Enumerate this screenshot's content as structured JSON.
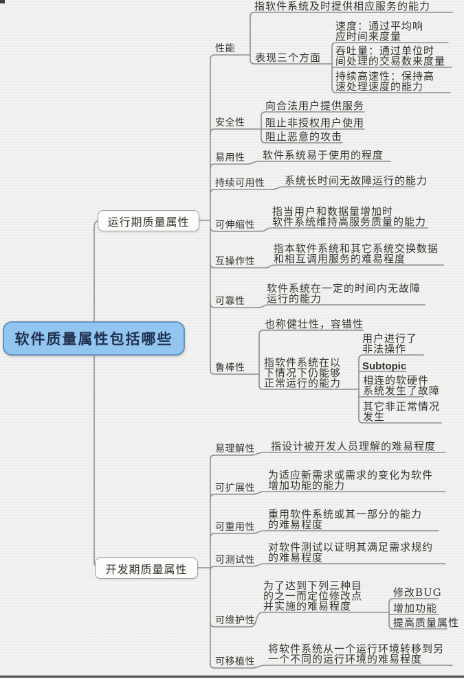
{
  "root_topic": {
    "label": "软件质量属性包括哪些"
  },
  "runtime": {
    "label": "运行期质量属性",
    "performance": {
      "label": "性能",
      "definition": "指软件系统及时提供相应服务的能力",
      "aspects_label": "表现三个方面",
      "speed": "速度：通过平均响\n应时间来度量",
      "throughput": "吞吐量：通过单位时\n间处理的交易数来度量",
      "sustained_speed": "持续高速性：保持高\n速处理速度的能力"
    },
    "security": {
      "label": "安全性",
      "item1": "向合法用户提供服务",
      "item2": "阻止非授权用户使用",
      "item3": "阻止恶意的攻击"
    },
    "usability": {
      "label": "易用性",
      "definition": "软件系统易于使用的程度"
    },
    "availability": {
      "label": "持续可用性",
      "definition": "系统长时间无故障运行的能力"
    },
    "scalability": {
      "label": "可伸缩性",
      "definition": "指当用户和数据量增加时\n软件系统维持高服务质量的能力"
    },
    "interoperability": {
      "label": "互操作性",
      "definition": "指本软件系统和其它系统交换数据\n和相互调用服务的难易程度"
    },
    "reliability": {
      "label": "可靠性",
      "definition": "软件系统在一定的时间内无故障\n运行的能力"
    },
    "robustness": {
      "label": "鲁棒性",
      "alias": "也称健壮性，容错性",
      "definition": "指软件系统在以\n下情况下仍能够\n正常运行的能力",
      "case1": "用户进行了\n非法操作",
      "case2": "Subtopic",
      "case3": "相连的软硬件\n系统发生了故障",
      "case4": "其它非正常情况\n发生"
    }
  },
  "development": {
    "label": "开发期质量属性",
    "understandability": {
      "label": "易理解性",
      "definition": "指设计被开发人员理解的难易程度"
    },
    "extensibility": {
      "label": "可扩展性",
      "definition": "为适应新需求或需求的变化为软件\n增加功能的能力"
    },
    "reusability": {
      "label": "可重用性",
      "definition": "重用软件系统或其一部分的能力\n的难易程度"
    },
    "testability": {
      "label": "可测试性",
      "definition": "对软件测试以证明其满足需求规约\n的难易程度"
    },
    "maintainability": {
      "label": "可维护性",
      "definition": "为了达到下列三种目\n的之一而定位修改点\n并实施的难易程度",
      "goal1": "修改BUG",
      "goal2": "增加功能",
      "goal3": "提高质量属性"
    },
    "portability": {
      "label": "可移植性",
      "definition": "将软件系统从一个运行环境转移到另\n一个不同的运行环境的难易程度"
    }
  },
  "colors": {
    "background": "#f0f0ee",
    "line": "#8d8d8b",
    "text": "#333330",
    "node_fill": "#fbfbf9",
    "node_border": "#9a9a98",
    "root_fill": "#92c6f0",
    "root_border": "#6493bd",
    "root_text": "#20304e"
  }
}
